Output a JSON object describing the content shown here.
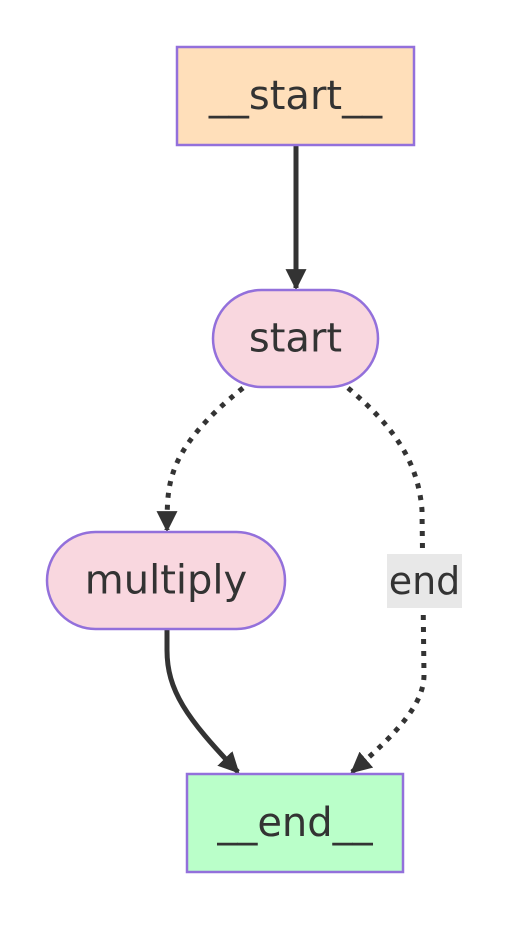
{
  "diagram": {
    "type": "flowchart",
    "nodes": {
      "start_node": {
        "label": "__start__",
        "shape": "rectangle",
        "fill": "#ffdfba",
        "stroke": "#9370db"
      },
      "start": {
        "label": "start",
        "shape": "stadium",
        "fill": "#f9d7df",
        "stroke": "#9370db"
      },
      "multiply": {
        "label": "multiply",
        "shape": "stadium",
        "fill": "#f9d7df",
        "stroke": "#9370db"
      },
      "end_node": {
        "label": "__end__",
        "shape": "rectangle",
        "fill": "#baffc9",
        "stroke": "#9370db"
      }
    },
    "edges": [
      {
        "from": "__start__",
        "to": "start",
        "style": "solid",
        "label": ""
      },
      {
        "from": "start",
        "to": "multiply",
        "style": "dotted",
        "label": ""
      },
      {
        "from": "start",
        "to": "__end__",
        "style": "dotted",
        "label": "end"
      },
      {
        "from": "multiply",
        "to": "__end__",
        "style": "solid",
        "label": ""
      }
    ],
    "colors": {
      "edge": "#333333",
      "edge_label_bg": "#e8e8e8",
      "text": "#333333"
    }
  }
}
